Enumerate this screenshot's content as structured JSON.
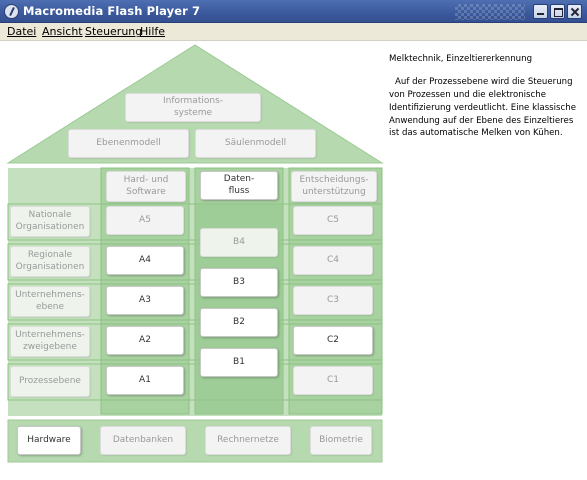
{
  "window": {
    "title": "Macromedia Flash Player 7",
    "icon": "flash-player-icon"
  },
  "menu": [
    "Datei",
    "Ansicht",
    "Steuerung",
    "Hilfe"
  ],
  "diagram": {
    "roof": {
      "top": "Informations-\nsysteme",
      "left": "Ebenenmodell",
      "right": "Säulenmodell"
    },
    "columns": {
      "col_a": "Hard- und\nSoftware",
      "col_b": "Daten-\nfluss",
      "col_c": "Entscheidungs-\nunterstützung"
    },
    "rows": [
      "Nationale\nOrganisationen",
      "Regionale\nOrganisationen",
      "Unternehmens-\nebene",
      "Unternehmens-\nzweigebene",
      "Prozessebene"
    ],
    "a_cells": [
      "A5",
      "A4",
      "A3",
      "A2",
      "A1"
    ],
    "b_cells": [
      "B4",
      "B3",
      "B2",
      "B1"
    ],
    "c_cells": [
      "C5",
      "C4",
      "C3",
      "C2",
      "C1"
    ],
    "foundation": [
      "Hardware",
      "Datenbanken",
      "Rechnernetze",
      "Biometrie"
    ],
    "colors": {
      "house_green": "#b7d9b0",
      "house_green_mid": "#9ccb94",
      "house_green_dark": "#7fba76",
      "active_box": "#ffffff"
    }
  },
  "description": {
    "title": "Melktechnik, Einzeltiererkennung",
    "body": "Auf der Prozessebene wird die Steuerung von Prozessen und die elektronische Identifizierung verdeutlicht. Eine klassische Anwendung auf der Ebene des Einzeltieres ist das automatische Melken von Kühen."
  }
}
